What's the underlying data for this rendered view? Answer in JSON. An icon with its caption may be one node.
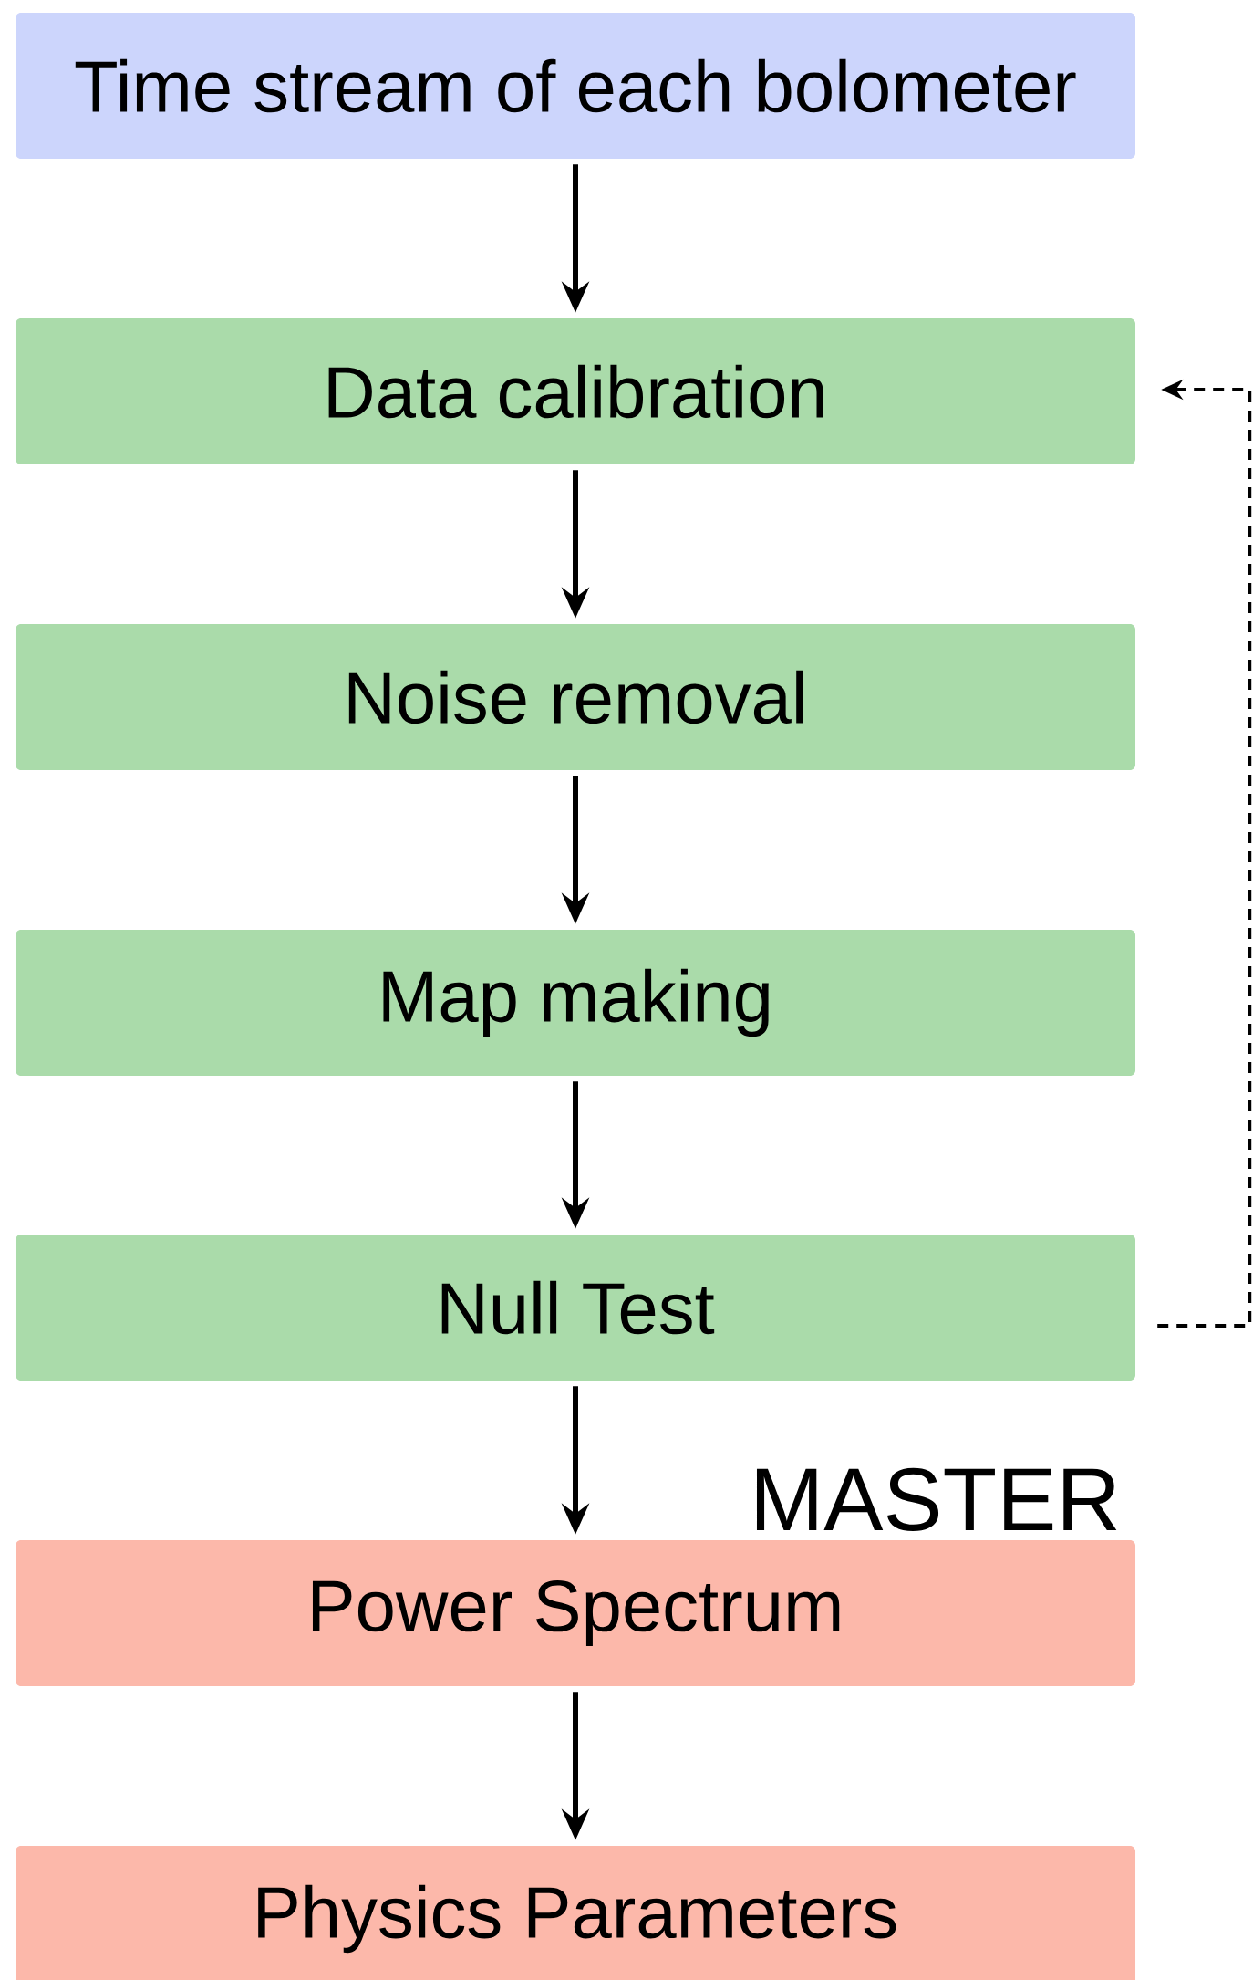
{
  "diagram": {
    "nodes": [
      {
        "text": [
          "Time stream of each bolometer"
        ]
      },
      {
        "text": [
          "Data calibration"
        ]
      },
      {
        "text": [
          "Noise removal"
        ]
      },
      {
        "text": [
          "Map making"
        ]
      },
      {
        "text": [
          "Null Test"
        ]
      },
      {
        "text": [
          "Power Spectrum"
        ]
      },
      {
        "text": [
          "Physics Parameters"
        ]
      }
    ],
    "edges": [
      {
        "from": 0,
        "to": 1,
        "arrow": "to"
      },
      {
        "from": 1,
        "to": 2,
        "arrow": "to"
      },
      {
        "from": 2,
        "to": 3,
        "arrow": "to"
      },
      {
        "from": 3,
        "to": 4,
        "arrow": "to"
      },
      {
        "from": 4,
        "to": 5,
        "arrow": "to"
      },
      {
        "from": 5,
        "to": 6,
        "arrow": "to"
      },
      {
        "from": 4,
        "to": 1,
        "arrow": "to",
        "style": "dashed"
      }
    ],
    "labels": [
      "MASTER"
    ]
  }
}
